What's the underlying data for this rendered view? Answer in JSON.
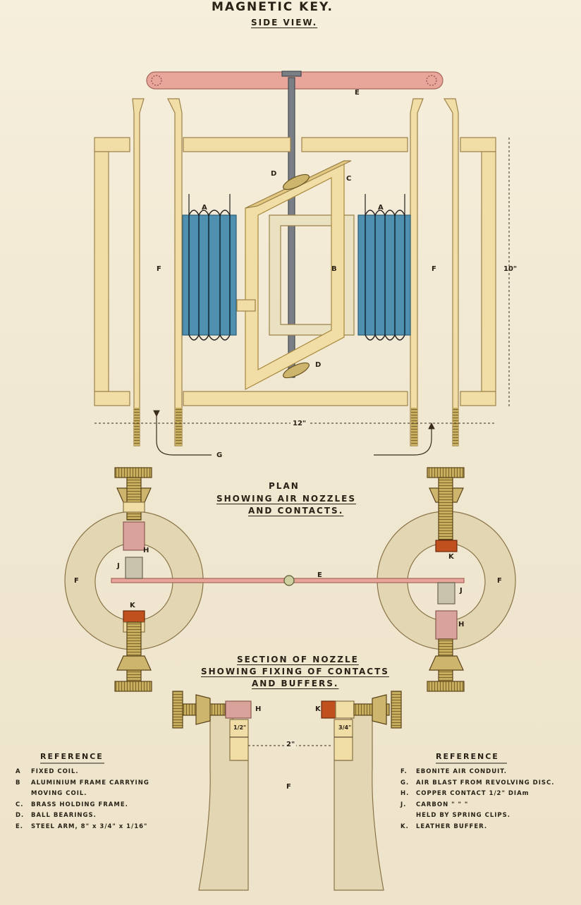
{
  "title": "MAGNETIC KEY.",
  "side_view_title": "SIDE VIEW.",
  "plan_title": [
    "PLAN",
    "SHOWING AIR NOZZLES",
    "AND CONTACTS."
  ],
  "section_title": [
    "SECTION OF NOZZLE",
    "SHOWING FIXING OF CONTACTS",
    "AND BUFFERS."
  ],
  "dimensions": {
    "height": "10\"",
    "width": "12\"",
    "gap": "2\"",
    "contact_h": "1/2\"",
    "contact_k": "3/4\""
  },
  "letters": {
    "A": "A",
    "B": "B",
    "C": "C",
    "D": "D",
    "E": "E",
    "F": "F",
    "G": "G",
    "H": "H",
    "J": "J",
    "K": "K"
  },
  "reference_left": {
    "heading": "REFERENCE",
    "items": [
      {
        "key": "A",
        "text": "FIXED COIL."
      },
      {
        "key": "B",
        "text": "ALUMINIUM FRAME CARRYING"
      },
      {
        "key": "",
        "text": "MOVING COIL."
      },
      {
        "key": "C.",
        "text": "BRASS HOLDING FRAME."
      },
      {
        "key": "D.",
        "text": "BALL BEARINGS."
      },
      {
        "key": "E.",
        "text": "STEEL ARM, 8\" x 3/4\" x 1/16\""
      }
    ]
  },
  "reference_right": {
    "heading": "REFERENCE",
    "items": [
      {
        "key": "F.",
        "text": "EBONITE AIR CONDUIT."
      },
      {
        "key": "G.",
        "text": "AIR BLAST FROM REVOLVING DISC."
      },
      {
        "key": "H.",
        "text": "COPPER CONTACT 1/2\" DIAm"
      },
      {
        "key": "J.",
        "text": "CARBON      \"      \"      \""
      },
      {
        "key": "",
        "text": "HELD BY SPRING CLIPS."
      },
      {
        "key": "K.",
        "text": "LEATHER BUFFER."
      }
    ]
  },
  "colors": {
    "frame": "#f1dea6",
    "frame_edge": "#b89a52",
    "coil": "#4f8fb0",
    "arm": "#e8a59a",
    "ebonite": "#e3d6b2",
    "copper": "#d9a39b",
    "leather": "#c0501e",
    "carbon": "#c9c2ad",
    "brass": "#cdb56e"
  }
}
